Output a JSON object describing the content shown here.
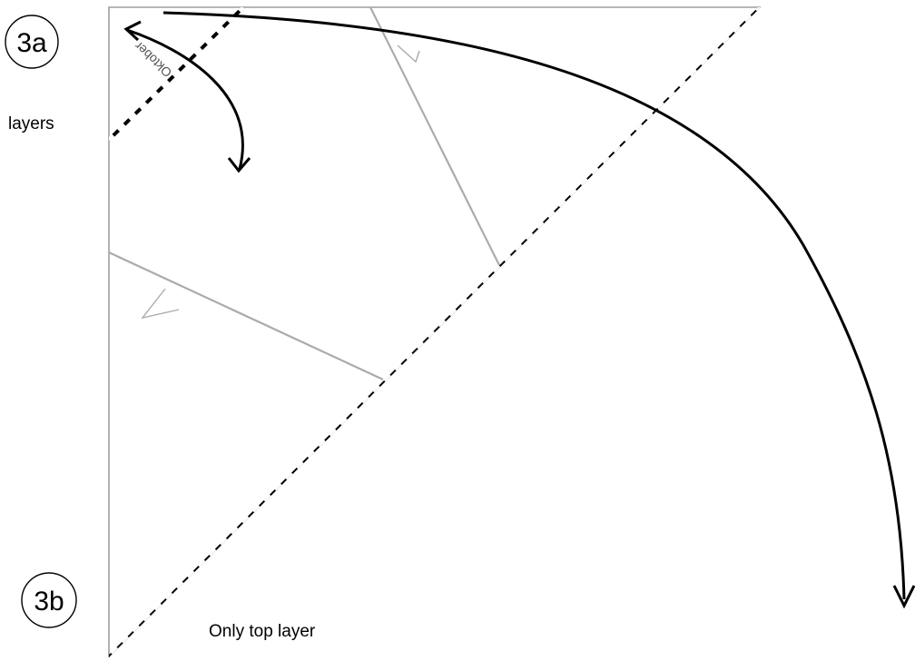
{
  "diagram": {
    "steps": [
      {
        "label": "3a"
      },
      {
        "label": "3b"
      }
    ],
    "notes": {
      "left": "layers",
      "bottom": "Only top layer"
    },
    "fold_label": "Oktober",
    "colors": {
      "paper_edge": "#9e9e9e",
      "crease_line": "#ababab",
      "fold_line": "#000000",
      "arrow": "#000000",
      "background": "#ffffff"
    }
  }
}
